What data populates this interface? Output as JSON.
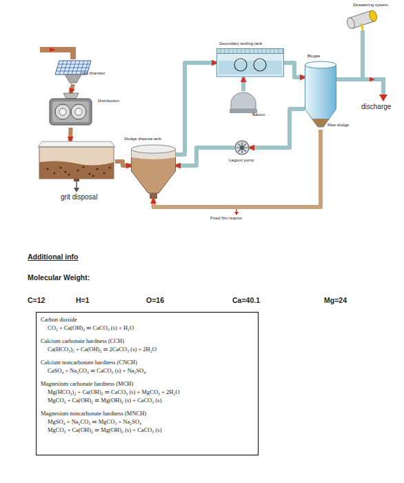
{
  "diagram": {
    "nodes": [
      {
        "text": [
          "Grit chamber"
        ]
      },
      {
        "text": [
          "Disinfection"
        ]
      },
      {
        "text": [
          "grit disposal"
        ]
      },
      {
        "text": [
          "Sludge disposa tank"
        ]
      },
      {
        "text": [
          "Secondary settling tank"
        ]
      },
      {
        "text": [
          "Baloon"
        ]
      },
      {
        "text": [
          "Biogas"
        ]
      },
      {
        "text": [
          "Dewatering system"
        ]
      },
      {
        "text": [
          "Lagoon pump"
        ]
      },
      {
        "text": [
          "Carbon dioxide",
          "CO₂ + Ca(OH)₂ ⇌ CaCO₃ (s) + H₂O",
          "Calcium carbonate hardness (CCH)",
          "Ca(HCO₃)₂ + Ca(OH)₂ ⇌ 2CaCO₃ (s) + 2H₂O",
          "Calcium noncarbonate hardness (CNCH)",
          "CaSO₄ + Na₂CO₃ ⇌ CaCO₃ (s) + Na₂SO₄",
          "Magnesium carbonate hardness (MCH)",
          "Mg(HCO₃)₂ + Ca(OH)₂ ⇌ CaCO₃ (s) + MgCO₃ + 2H₂O",
          "MgCO₃ + Ca(OH)₂ ⇌ Mg(OH)₂ (s) + CaCO₃ (s)",
          "Magnesium noncarbonate hardness (MNCH)",
          "MgSO₄ + Na₂CO₃ ⇌ MgCO₃ + Na₂SO₄",
          "MgCO₃ + Ca(OH)₂ ⇌ Mg(OH)₂ (s) + CaCO₃ (s)"
        ]
      }
    ],
    "edges": [
      {
        "from": 0,
        "to": 1,
        "arrow": "to"
      },
      {
        "from": 1,
        "to": 2,
        "arrow": "to"
      },
      {
        "from": 2,
        "to": 3,
        "arrow": "to"
      },
      {
        "from": 3,
        "to": 4,
        "arrow": "to"
      },
      {
        "from": 4,
        "to": 6,
        "arrow": "to"
      },
      {
        "from": 6,
        "to": 8,
        "arrow": "to"
      },
      {
        "from": 8,
        "to": 3,
        "arrow": "to"
      },
      {
        "from": 5,
        "to": 4,
        "arrow": "to"
      },
      {
        "from": 6,
        "to": 3,
        "arrow": "to"
      },
      {
        "from": 6,
        "to": 7,
        "arrow": "none"
      }
    ],
    "labels": [
      "Raw sludge",
      "discharge",
      "Fixed film reactor",
      "Additional info",
      "Molecular Weight:",
      "C=12",
      "H=1",
      "O=16",
      "Ca=40.1",
      "Mg=24"
    ]
  }
}
